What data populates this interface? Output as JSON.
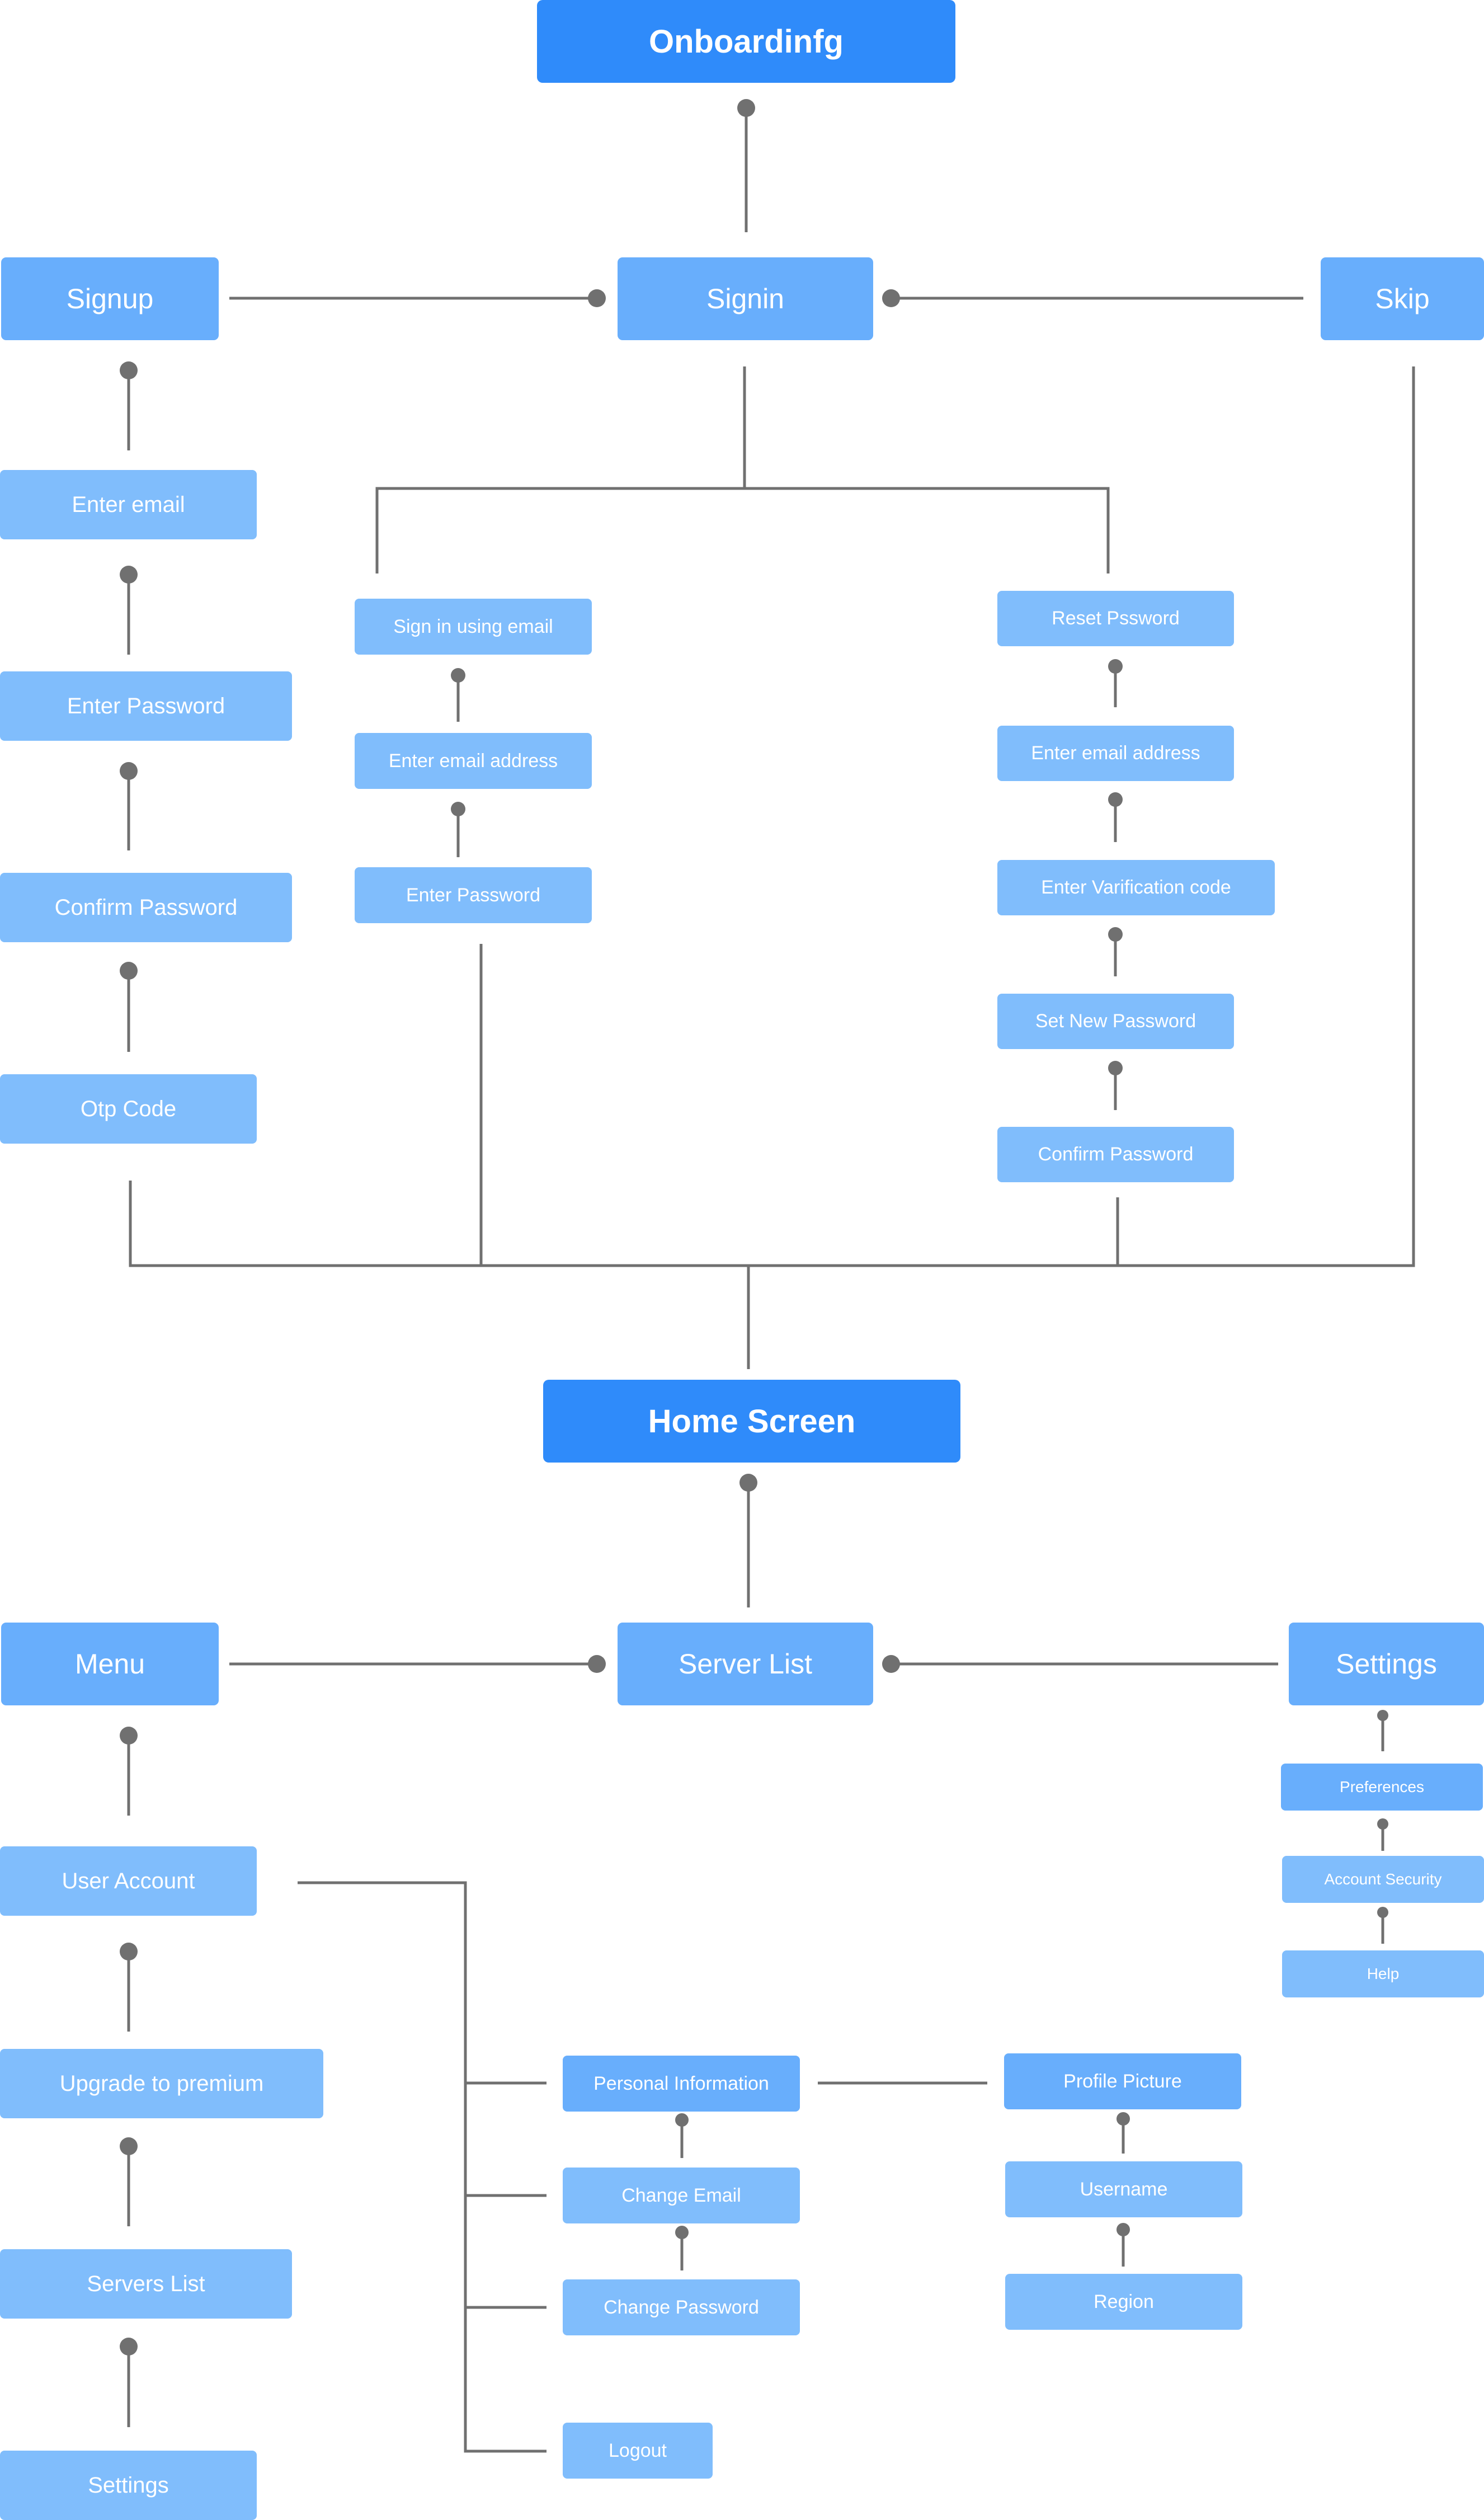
{
  "colors": {
    "primary": "#2F8BFA",
    "node": "#68AEFC",
    "node_light": "#80BDFC",
    "connector": "#707070"
  },
  "onboarding": {
    "title": "Onboardinfg",
    "signup": {
      "label": "Signup",
      "steps": [
        "Enter email",
        "Enter Password",
        "Confirm Password",
        "Otp Code"
      ]
    },
    "signin": {
      "label": "Signin",
      "email_flow": [
        "Sign in using email",
        "Enter email address",
        "Enter Password"
      ],
      "reset_flow": [
        "Reset Pssword",
        "Enter email address",
        "Enter Varification code",
        "Set New Password",
        "Confirm Password"
      ]
    },
    "skip": {
      "label": "Skip"
    }
  },
  "home": {
    "title": "Home Screen",
    "server_list": {
      "label": "Server List"
    },
    "menu": {
      "label": "Menu",
      "items": [
        "User Account",
        "Upgrade to premium",
        "Servers List",
        "Settings"
      ],
      "user_account_items": [
        "Personal Information",
        "Change Email",
        "Change Password",
        "Logout"
      ],
      "personal_info_items": [
        "Profile Picture",
        "Username",
        "Region"
      ]
    },
    "settings": {
      "label": "Settings",
      "items": [
        "Preferences",
        "Account Security",
        "Help"
      ]
    }
  }
}
